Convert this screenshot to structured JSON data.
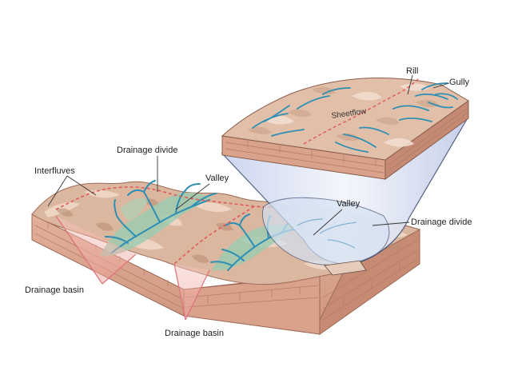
{
  "diagram": {
    "labels": {
      "rill": "Rill",
      "gully": "Gully",
      "sheetflow": "Sheetflow",
      "drainage_divide_top": "Drainage divide",
      "interfluves": "Interfluves",
      "valley_left": "Valley",
      "valley_right": "Valley",
      "drainage_divide_right": "Drainage divide",
      "drainage_basin_left": "Drainage basin",
      "drainage_basin_bottom": "Drainage basin"
    },
    "colors": {
      "land_top": "#d9b49c",
      "land_pale": "#ecd3c2",
      "land_dark": "#b98a72",
      "block_front": "#dca68f",
      "block_side": "#c88e77",
      "block_top_strip": "#e7c1ad",
      "stream": "#2e8fb3",
      "valley_green": "#9cc9a8",
      "basin_fill": "#f3b5ad",
      "basin_line": "#e0707a",
      "divide_line": "#e05a5a",
      "leader_line": "#333333",
      "magnifier": "#dfe6f5",
      "magnifier_edge": "#445577"
    }
  }
}
